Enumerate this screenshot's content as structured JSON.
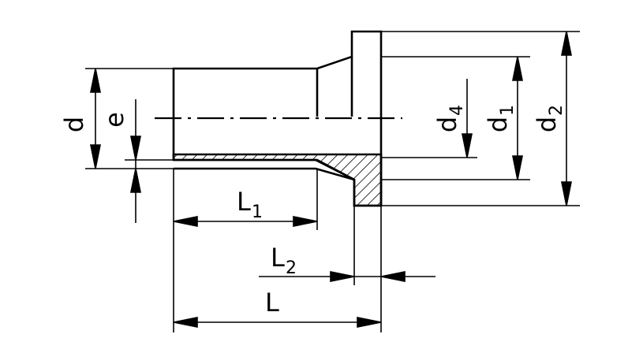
{
  "labels": {
    "d": "d",
    "e": "e",
    "d4_main": "d",
    "d4_sub": "4",
    "d1_main": "d",
    "d1_sub": "1",
    "d2_main": "d",
    "d2_sub": "2",
    "L1_main": "L",
    "L1_sub": "1",
    "L2_main": "L",
    "L2_sub": "2",
    "L": "L"
  },
  "colors": {
    "line": "#000000",
    "background": "#ffffff"
  }
}
